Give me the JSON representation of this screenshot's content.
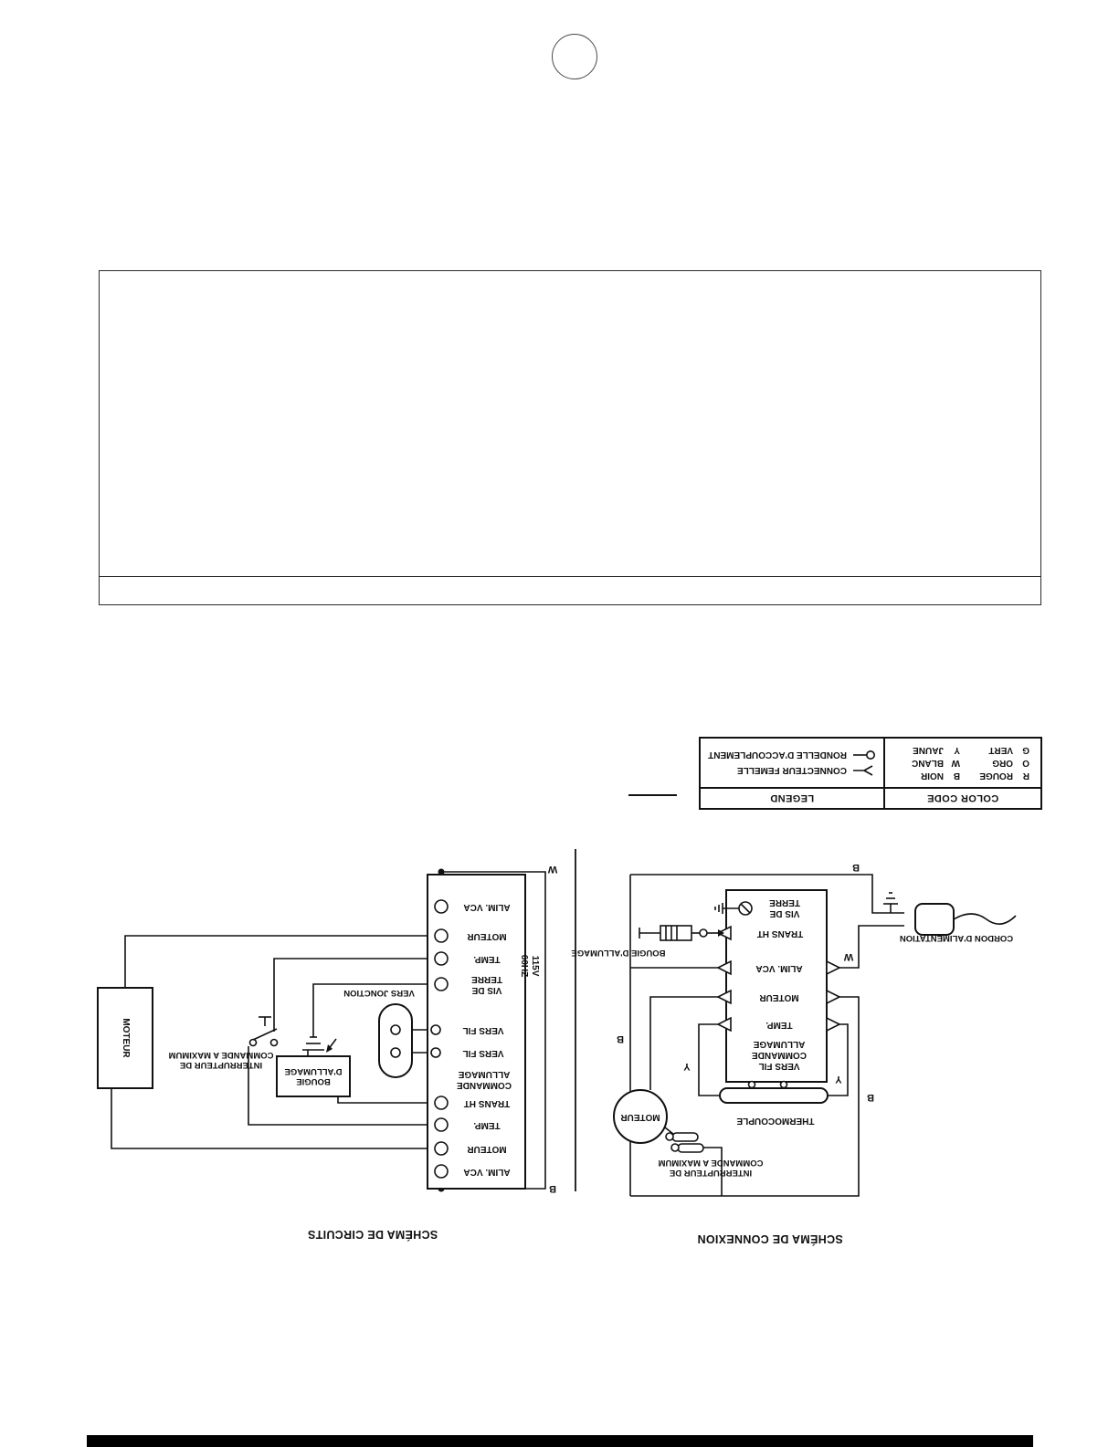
{
  "legend_table": {
    "color_code_header": "COLOR CODE",
    "legend_header": "LEGEND",
    "color_codes": [
      {
        "code": "R",
        "name": "ROUGE"
      },
      {
        "code": "B",
        "name": "NOIR"
      },
      {
        "code": "O",
        "name": "ORG"
      },
      {
        "code": "W",
        "name": "BLANC"
      },
      {
        "code": "G",
        "name": "VERT"
      },
      {
        "code": "Y",
        "name": "JAUNE"
      }
    ],
    "legend_items": [
      {
        "label": "CONNECTEUR FEMELLE"
      },
      {
        "label": "RONDELLE D'ACCOUPLEMENT"
      }
    ]
  },
  "circuit_diagram": {
    "caption": "SCHÉMA DE CIRCUITS",
    "supply": {
      "line1": "115V",
      "line2": "60HZ",
      "wire_top": "W",
      "wire_bottom": "B"
    },
    "terminals": {
      "alim_vca_top": "ALIM. VCA",
      "moteur_top": "MOTEUR",
      "temp_top": "TEMP.",
      "vis_de": "VIS DE",
      "terre": "TERRE",
      "vers_fil_1": "VERS FIL",
      "vers_fil_2": "VERS FIL",
      "commande": "COMMANDE",
      "allumage": "ALLUMAGE",
      "trans_ht": "TRANS HT",
      "temp_bottom": "TEMP.",
      "moteur_bottom": "MOTEUR",
      "alim_vca_bottom": "ALIM. VCA"
    },
    "motor_label": "MOTEUR",
    "junction_label": "VERS JONCTION",
    "switch_line1": "INTERRUPTEUR DE",
    "switch_line2": "COMMANDE A MAXIMUM",
    "igniter_line1": "BOUGIE",
    "igniter_line2": "D'ALLUMAGE"
  },
  "connection_diagram": {
    "caption": "SCHÉMA DE CONNEXION",
    "terminals": {
      "vis_de": "VIS DE",
      "terre": "TERRE",
      "trans_ht": "TRANS HT",
      "alim_vca": "ALIM. VCA",
      "moteur": "MOTEUR",
      "temp": "TEMP.",
      "vers_fil": "VERS FIL",
      "commande": "COMMANDE",
      "allumage": "ALLUMAGE"
    },
    "igniter_label": "BOUGIE D'ALLUMAGE",
    "cord_label": "CORDON D'ALIMENTATION",
    "motor_label": "MOTEUR",
    "thermocouple_label": "THERMOCOUPLE",
    "switch_line1": "INTERRUPTEUR DE",
    "switch_line2": "COMMANDE A MAXIMUM",
    "wires": {
      "top": "B",
      "alim": "W",
      "left": "B",
      "thermo_left": "Y",
      "thermo_right": "Y",
      "right": "B"
    }
  }
}
